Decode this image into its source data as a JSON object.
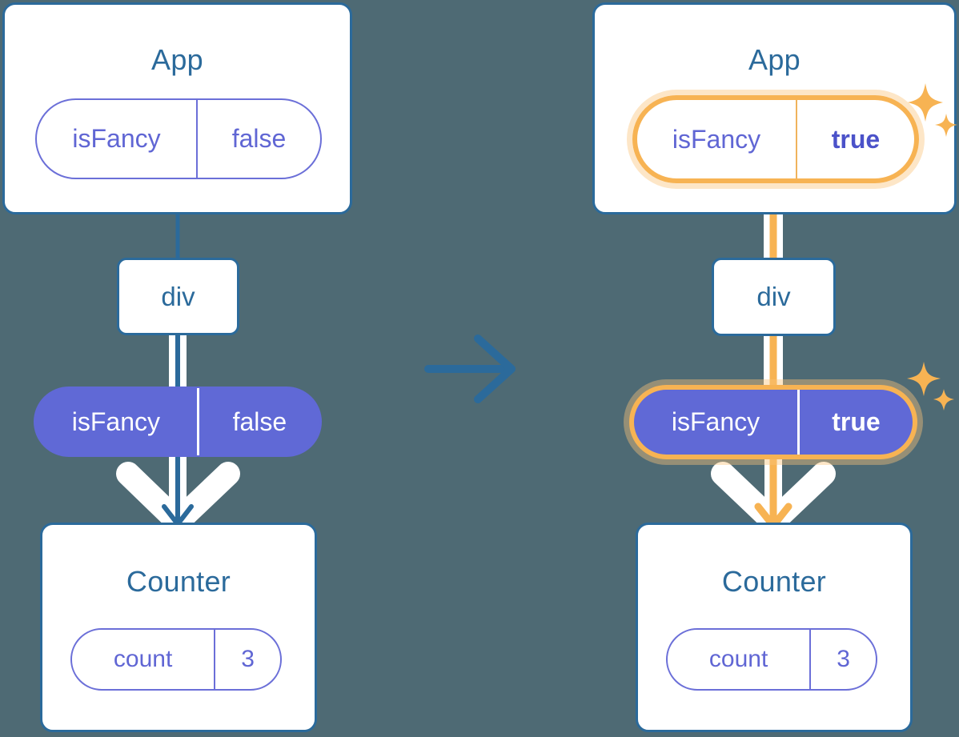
{
  "diagram": {
    "title": "State propagation from App down to Counter",
    "type": "react-component-tree-before-after",
    "background_color": "#4e6a74",
    "transition_icon": "arrow-right-icon",
    "colors": {
      "box_border_blue": "#2b6a9b",
      "label_blue": "#2b6a9b",
      "pill_purple": "#6069d6",
      "pill_outline_purple": "#6b6fd8",
      "highlight_orange": "#f7b353",
      "highlight_orange_soft": "#fac47a",
      "connector_white": "#ffffff"
    }
  },
  "panels": [
    {
      "id": "before",
      "side": "left",
      "highlighted": false,
      "app": {
        "label": "App",
        "state": {
          "key": "isFancy",
          "value": "false",
          "style": "outline",
          "highlighted": false
        }
      },
      "div": {
        "label": "div"
      },
      "prop": {
        "key": "isFancy",
        "value": "false",
        "style": "filled",
        "highlighted": false
      },
      "counter": {
        "label": "Counter",
        "state": {
          "key": "count",
          "value": "3",
          "style": "outline",
          "highlighted": false
        }
      },
      "connectors": {
        "app_to_div": {
          "color": "#2b6a9b",
          "name": "app-to-div-connector"
        },
        "div_to_prop": {
          "color": "#2b6a9b",
          "name": "div-to-prop-connector"
        },
        "prop_to_counter": {
          "color": "#2b6a9b",
          "name": "prop-to-counter-arrow"
        }
      },
      "sparkles": []
    },
    {
      "id": "after",
      "side": "right",
      "highlighted": true,
      "app": {
        "label": "App",
        "state": {
          "key": "isFancy",
          "value": "true",
          "style": "outline",
          "highlighted": true
        }
      },
      "div": {
        "label": "div"
      },
      "prop": {
        "key": "isFancy",
        "value": "true",
        "style": "filled",
        "highlighted": true
      },
      "counter": {
        "label": "Counter",
        "state": {
          "key": "count",
          "value": "3",
          "style": "outline",
          "highlighted": false
        }
      },
      "connectors": {
        "app_to_div": {
          "color": "#f7b353",
          "name": "app-to-div-connector"
        },
        "div_to_prop": {
          "color": "#f7b353",
          "name": "div-to-prop-connector"
        },
        "prop_to_counter": {
          "color": "#f7b353",
          "name": "prop-to-counter-arrow"
        }
      },
      "sparkles": [
        {
          "name": "sparkle-icon-app-state",
          "size": "large"
        },
        {
          "name": "sparkle-icon-prop",
          "size": "large"
        }
      ]
    }
  ]
}
